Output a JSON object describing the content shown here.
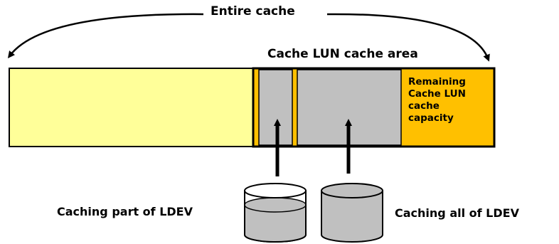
{
  "labels": {
    "entire_cache": "Entire cache",
    "cache_lun_area": "Cache LUN cache area",
    "remaining_capacity": "Remaining\nCache LUN\ncache\ncapacity",
    "caching_part": "Caching part of LDEV",
    "caching_all": "Caching all of LDEV"
  },
  "colors": {
    "cache_fill": "#ffff99",
    "lun_area_fill": "#ffc000",
    "ldev_cache_fill": "#c0c0c0",
    "outline": "#000000"
  }
}
